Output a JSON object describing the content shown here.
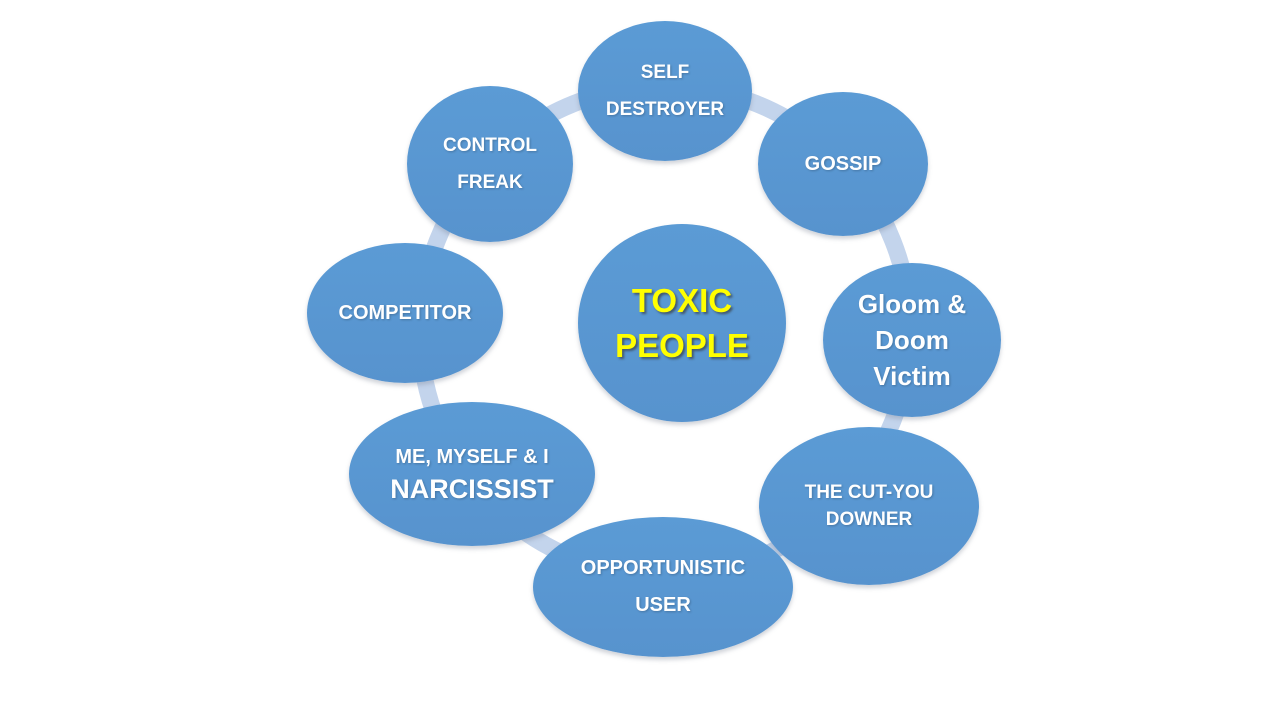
{
  "diagram": {
    "name": "toxic-people-cycle-diagram",
    "center": {
      "id": "toxic-people",
      "lines": [
        "TOXIC",
        "PEOPLE"
      ]
    },
    "nodes": [
      {
        "id": "self-destroyer",
        "lines": [
          "SELF",
          "DESTROYER"
        ]
      },
      {
        "id": "gossip",
        "lines": [
          "GOSSIP"
        ]
      },
      {
        "id": "gloom-doom-victim",
        "lines": [
          "Gloom &",
          "Doom",
          "Victim"
        ]
      },
      {
        "id": "cut-you-downer",
        "lines": [
          "THE CUT-YOU",
          "DOWNER"
        ]
      },
      {
        "id": "opportunistic-user",
        "lines": [
          "OPPORTUNISTIC",
          "USER"
        ]
      },
      {
        "id": "narcissist",
        "lines": [
          "ME, MYSELF & I",
          "NARCISSIST"
        ]
      },
      {
        "id": "competitor",
        "lines": [
          "COMPETITOR"
        ]
      },
      {
        "id": "control-freak",
        "lines": [
          "CONTROL",
          "FREAK"
        ]
      }
    ],
    "colors": {
      "node_fill": "#5B9BD5",
      "connector": "#C3D4EC",
      "node_text": "#FFFFFF",
      "center_text": "#FFFF00",
      "background": "#FFFFFF"
    }
  }
}
